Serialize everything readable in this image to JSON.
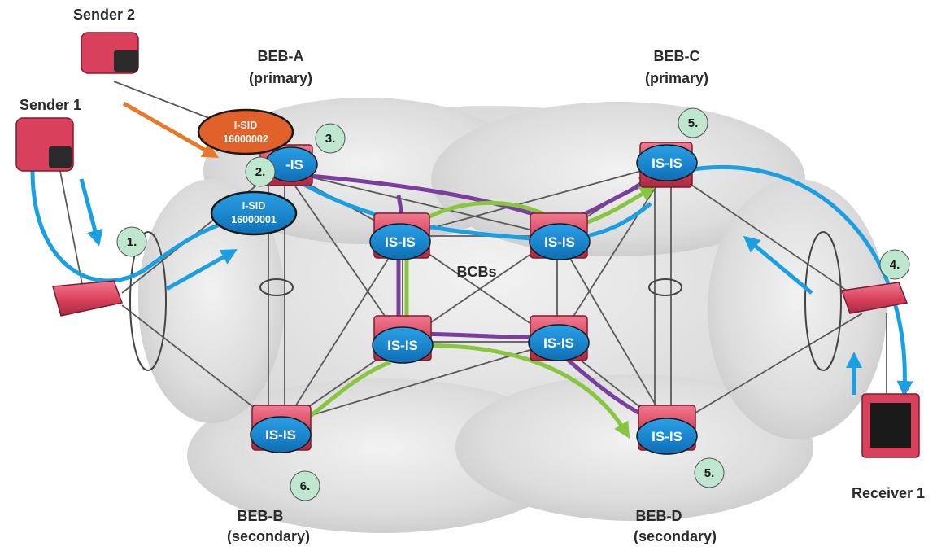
{
  "labels": {
    "sender1": "Sender 1",
    "sender2": "Sender 2",
    "receiver1": "Receiver 1",
    "beb_a_name": "BEB-A",
    "beb_a_role": "(primary)",
    "beb_c_name": "BEB-C",
    "beb_c_role": "(primary)",
    "beb_b_name": "BEB-B",
    "beb_b_role": "(secondary)",
    "beb_d_name": "BEB-D",
    "beb_d_role": "(secondary)",
    "bcbs": "BCBs"
  },
  "node_label": "IS-IS",
  "node_label_partial": "-IS",
  "isid_1": {
    "title": "I-SID",
    "value": "16000001"
  },
  "isid_2": {
    "title": "I-SID",
    "value": "16000002"
  },
  "steps": {
    "s1": "1.",
    "s2": "2.",
    "s3": "3.",
    "s4": "4.",
    "s5a": "5.",
    "s5b": "5.",
    "s6": "6."
  },
  "colors": {
    "blue_path": "#1aa0e2",
    "purple_path": "#7a3e9d",
    "green_path": "#88c63f",
    "orange_arrow": "#e8782a",
    "switch_body": "#d8405b",
    "isis_oval": "#1580cc",
    "isid2_oval": "#e0622a",
    "step_badge": "#bfe6cf",
    "cloud": "#d9d9d9"
  }
}
